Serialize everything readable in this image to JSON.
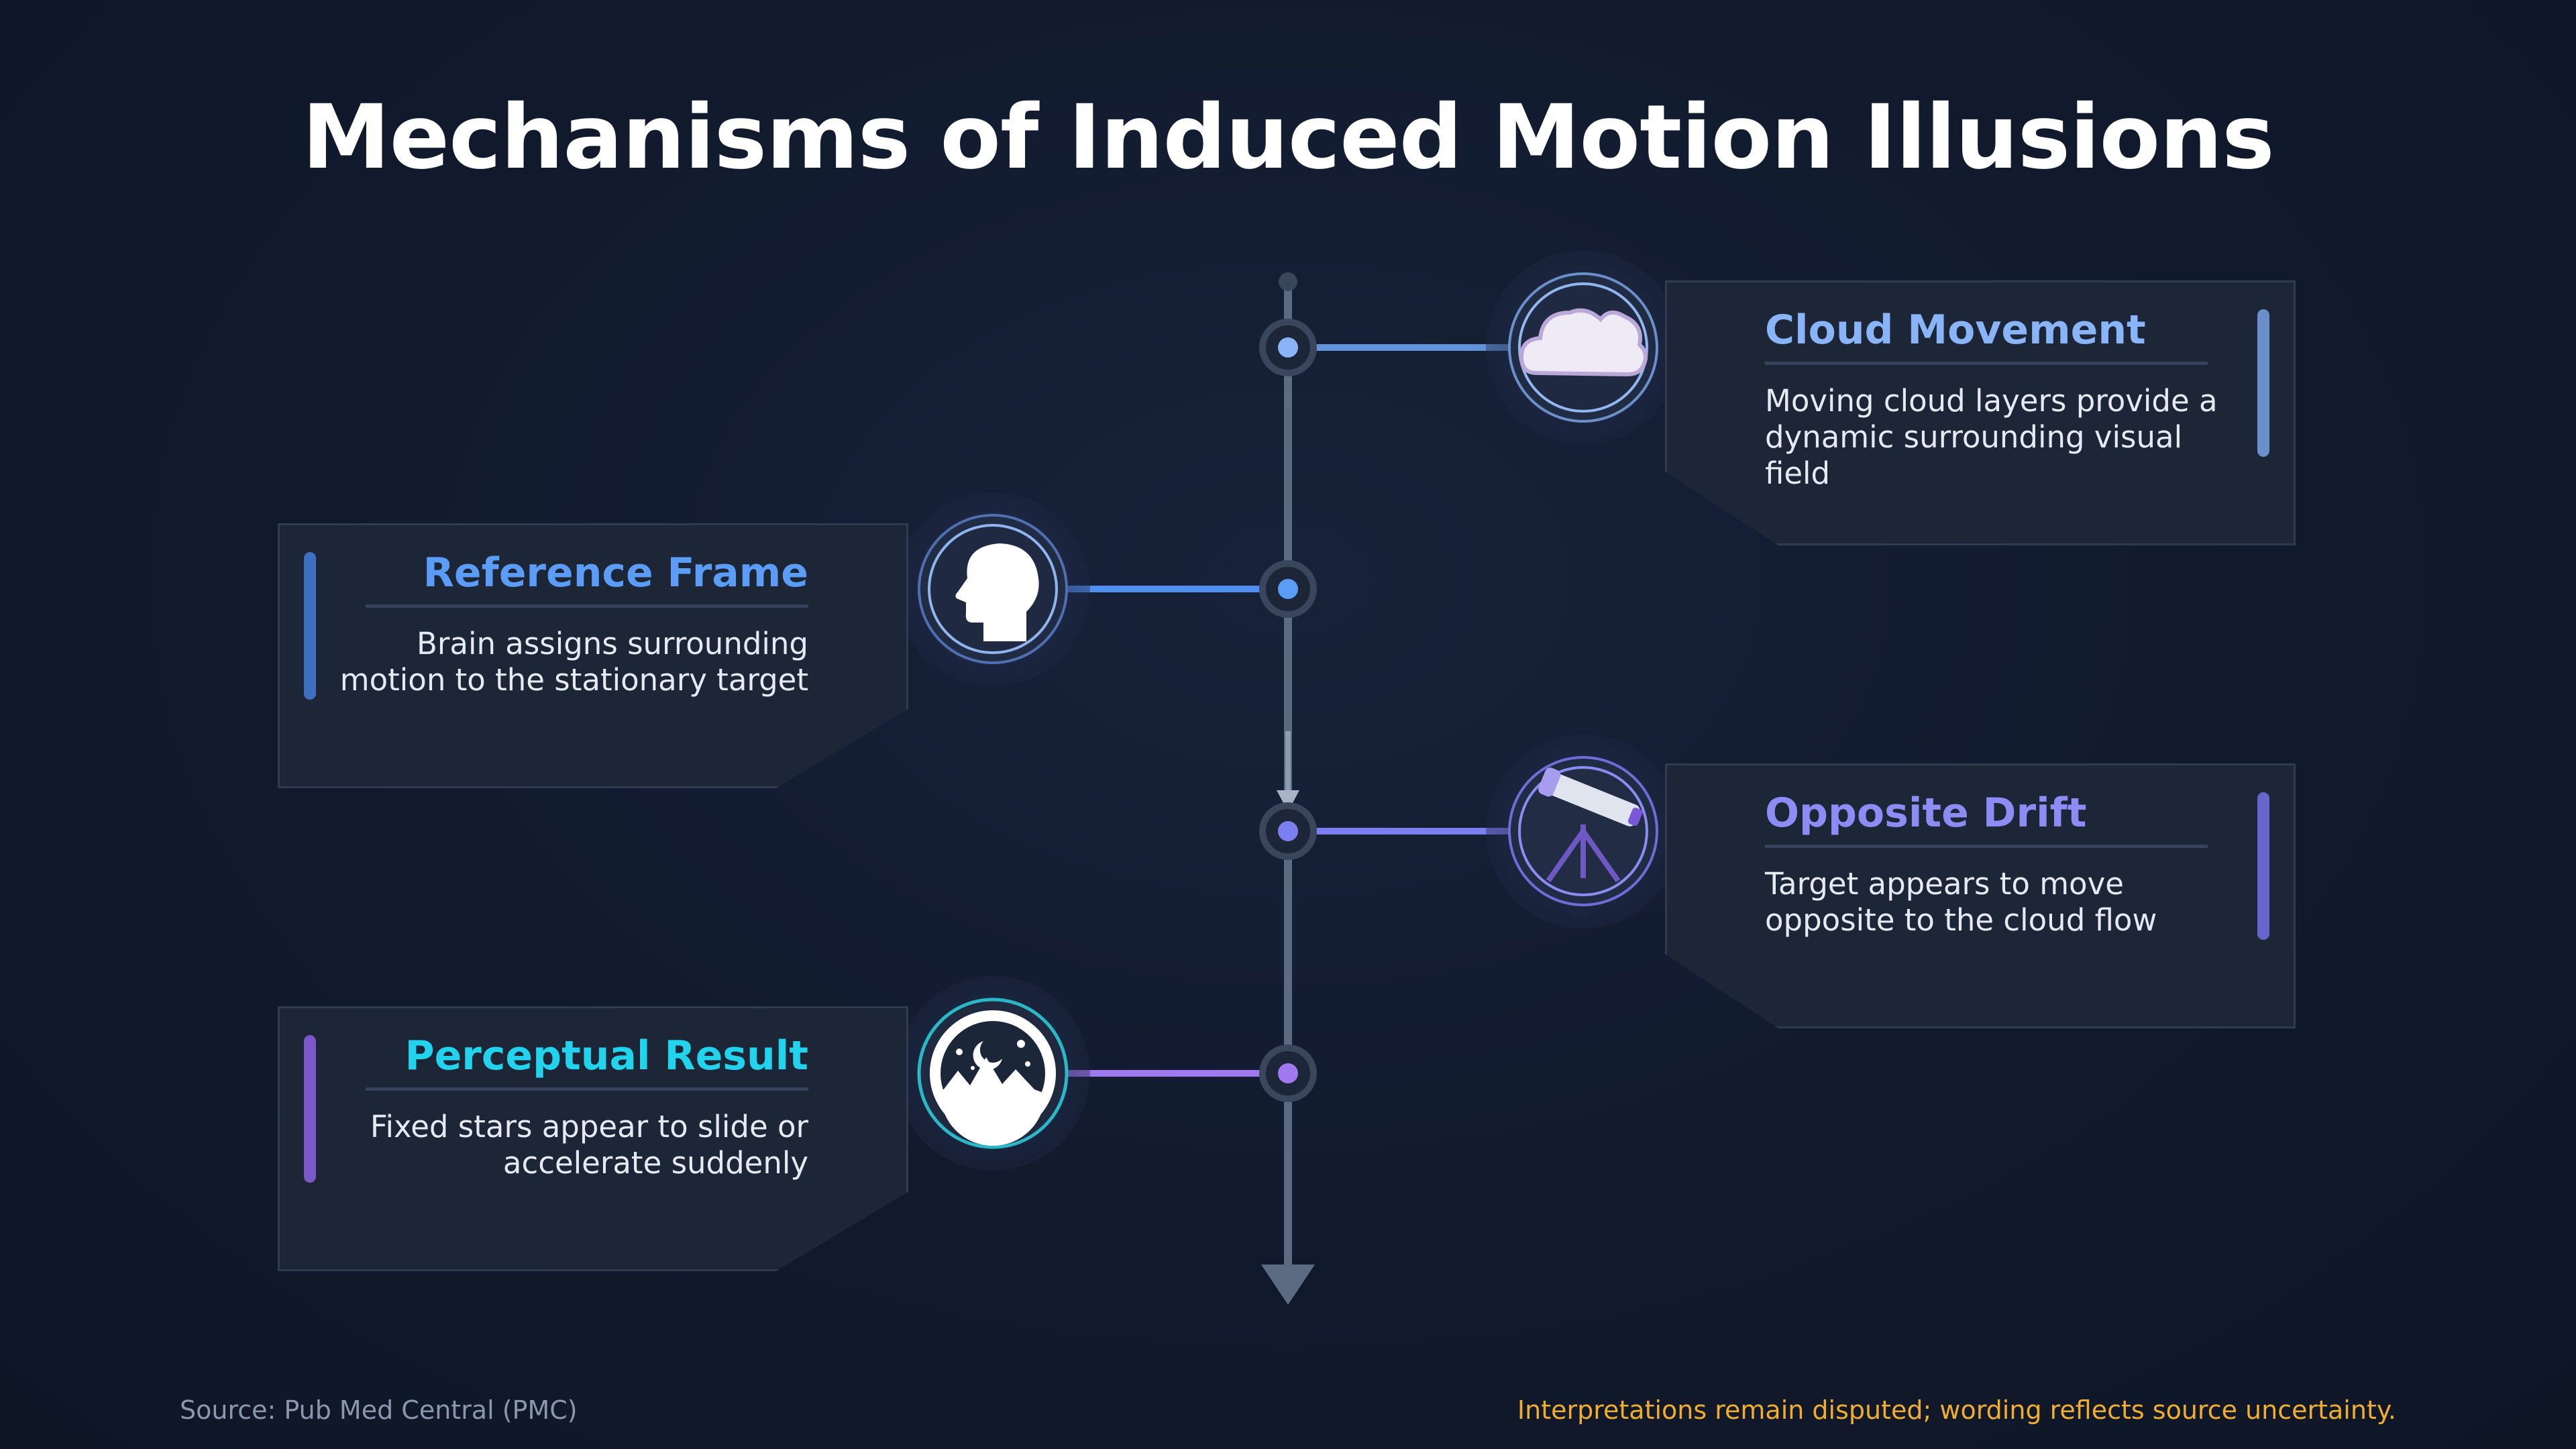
{
  "title": "Mechanisms of Induced Motion Illusions",
  "nodes": [
    {
      "title": "Cloud Movement",
      "text": "Moving cloud layers provide a dynamic surrounding visual field",
      "color": "#8ab4f8",
      "bar": "#6b8fc9",
      "line": "#6fa8f5",
      "icon": "cloud-icon"
    },
    {
      "title": "Reference Frame",
      "text": "Brain assigns surrounding motion to the stationary target",
      "color": "#5b9cf6",
      "bar": "#3f6fc0",
      "line": "#4f8ff2",
      "icon": "head-silhouette-icon"
    },
    {
      "title": "Opposite Drift",
      "text": "Target appears to move opposite to the cloud flow",
      "color": "#8d8cf5",
      "bar": "#6666cc",
      "line": "#7b7ff0",
      "icon": "telescope-icon"
    },
    {
      "title": "Perceptual Result",
      "text": "Fixed stars appear to slide or accelerate suddenly",
      "color": "#22d3ee",
      "bar": "#7a58c9",
      "line": "#a078f0",
      "icon": "night-sky-icon"
    }
  ],
  "footer": {
    "source": "Source: Pub Med Central (PMC)",
    "note": "Interpretations remain disputed; wording reflects source uncertainty."
  }
}
